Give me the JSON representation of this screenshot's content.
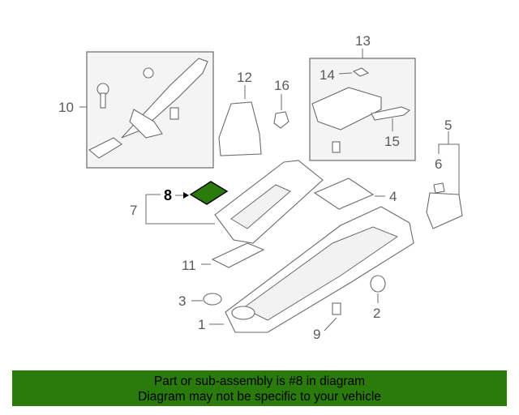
{
  "callouts": {
    "c1": "1",
    "c2": "2",
    "c3": "3",
    "c4": "4",
    "c5": "5",
    "c6": "6",
    "c7": "7",
    "c8": "8",
    "c9": "9",
    "c10": "10",
    "c11": "11",
    "c12": "12",
    "c13": "13",
    "c14": "14",
    "c15": "15",
    "c16": "16"
  },
  "highlight": {
    "part": "8",
    "color": "#2a7a0c"
  },
  "banner": {
    "line1": "Part or sub-assembly is #8 in diagram",
    "line2": "Diagram may not be specific to your vehicle",
    "color": "#2a7a0c"
  }
}
